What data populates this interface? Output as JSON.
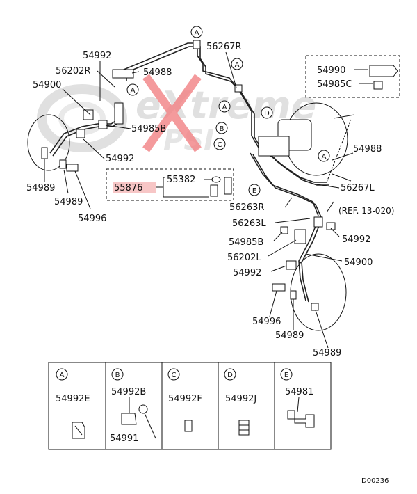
{
  "watermark": {
    "brand": "eXtreme",
    "sub": "PSI",
    "accent": "#e8262b",
    "gray": "#c8c8c8"
  },
  "diagram_code": "D00236",
  "reference": "(REF. 13-020)",
  "highlight_color": "#f7c6c6",
  "labels": {
    "p54992_top": "54992",
    "p56202r": "56202R",
    "p54988_top": "54988",
    "p54900_left": "54900",
    "p54985b_left": "54985B",
    "p54992_left": "54992",
    "p54989_a": "54989",
    "p54989_b": "54989",
    "p54996_left": "54996",
    "p56267r": "56267R",
    "p54990": "54990",
    "p54985c": "54985C",
    "p54988_right": "54988",
    "p55382": "55382",
    "p55876": "55876",
    "p56267l": "56267L",
    "p56263r": "56263R",
    "p56263l": "56263L",
    "p54985b_right": "54985B",
    "p54992_right": "54992",
    "p56202l": "56202L",
    "p54900_right": "54900",
    "p54992_mid": "54992",
    "p54996_right": "54996",
    "p54989_c": "54989",
    "p54989_d": "54989"
  },
  "callouts": {
    "a": "A",
    "b": "B",
    "c": "C",
    "d": "D",
    "e": "E"
  },
  "legend": [
    {
      "letter": "A",
      "parts": [
        "54992E"
      ]
    },
    {
      "letter": "B",
      "parts": [
        "54992B",
        "54991"
      ]
    },
    {
      "letter": "C",
      "parts": [
        "54992F"
      ]
    },
    {
      "letter": "D",
      "parts": [
        "54992J"
      ]
    },
    {
      "letter": "E",
      "parts": [
        "54981"
      ]
    }
  ]
}
